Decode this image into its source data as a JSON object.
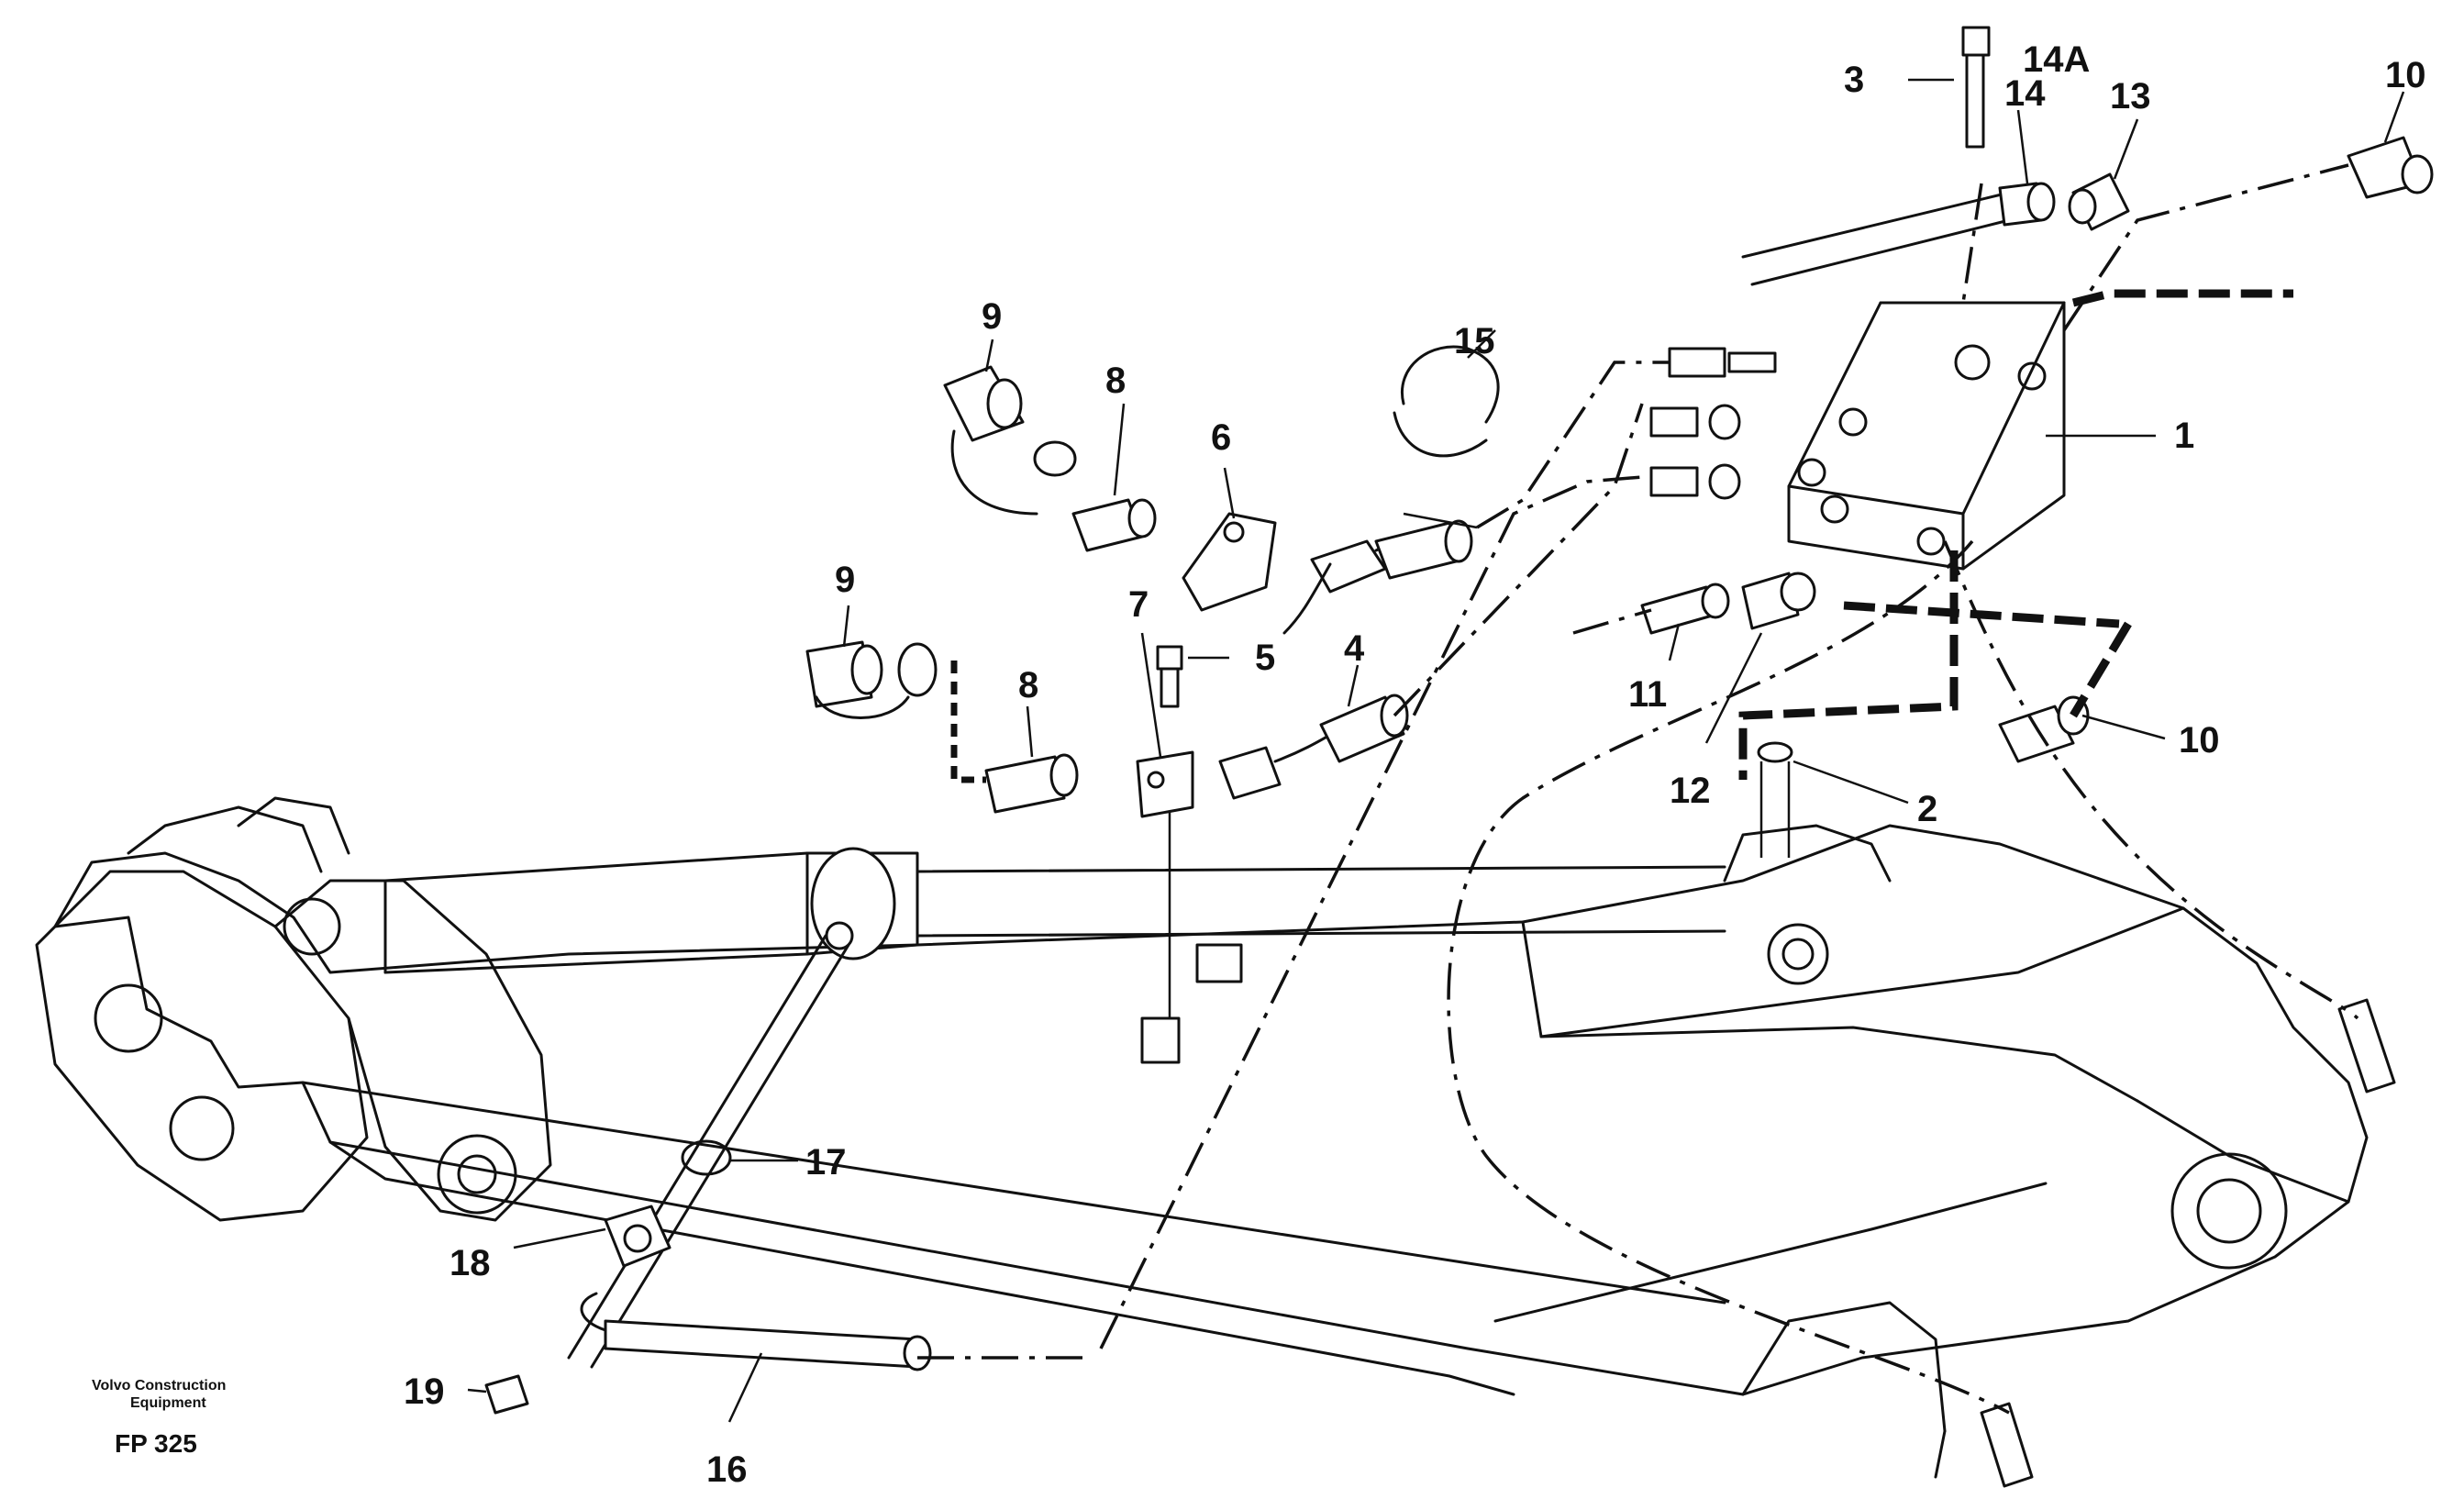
{
  "title_block": {
    "company_line1": "Volvo Construction",
    "company_line2": "Equipment",
    "figure_code": "FP 325"
  },
  "callouts": {
    "c1": "1",
    "c2": "2",
    "c3": "3",
    "c4": "4",
    "c5": "5",
    "c6": "6",
    "c7": "7",
    "c8a": "8",
    "c8b": "8",
    "c9a": "9",
    "c9b": "9",
    "c10a": "10",
    "c10b": "10",
    "c11": "11",
    "c12": "12",
    "c13": "13",
    "c14": "14",
    "c14a": "14A",
    "c15": "15",
    "c16": "16",
    "c17": "17",
    "c18": "18",
    "c19": "19"
  }
}
